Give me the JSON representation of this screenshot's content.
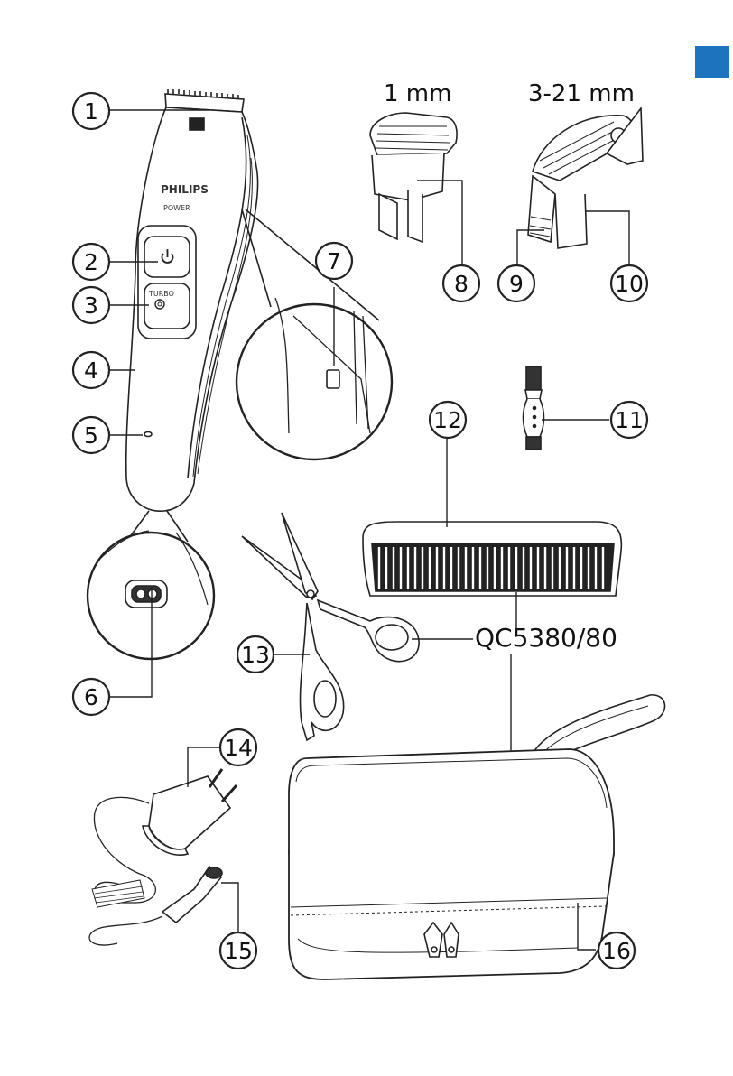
{
  "corner_tab": {
    "color": "#1e73be"
  },
  "attachments": {
    "comb_1mm_label": "1 mm",
    "comb_adjustable_label": "3-21 mm"
  },
  "model_label": "QC5380/80",
  "trimmer": {
    "brand": "PHILIPS",
    "series": "POWER",
    "turbo_label": "TURBO"
  },
  "callouts": [
    "1",
    "2",
    "3",
    "4",
    "5",
    "6",
    "7",
    "8",
    "9",
    "10",
    "11",
    "12",
    "13",
    "14",
    "15",
    "16"
  ]
}
